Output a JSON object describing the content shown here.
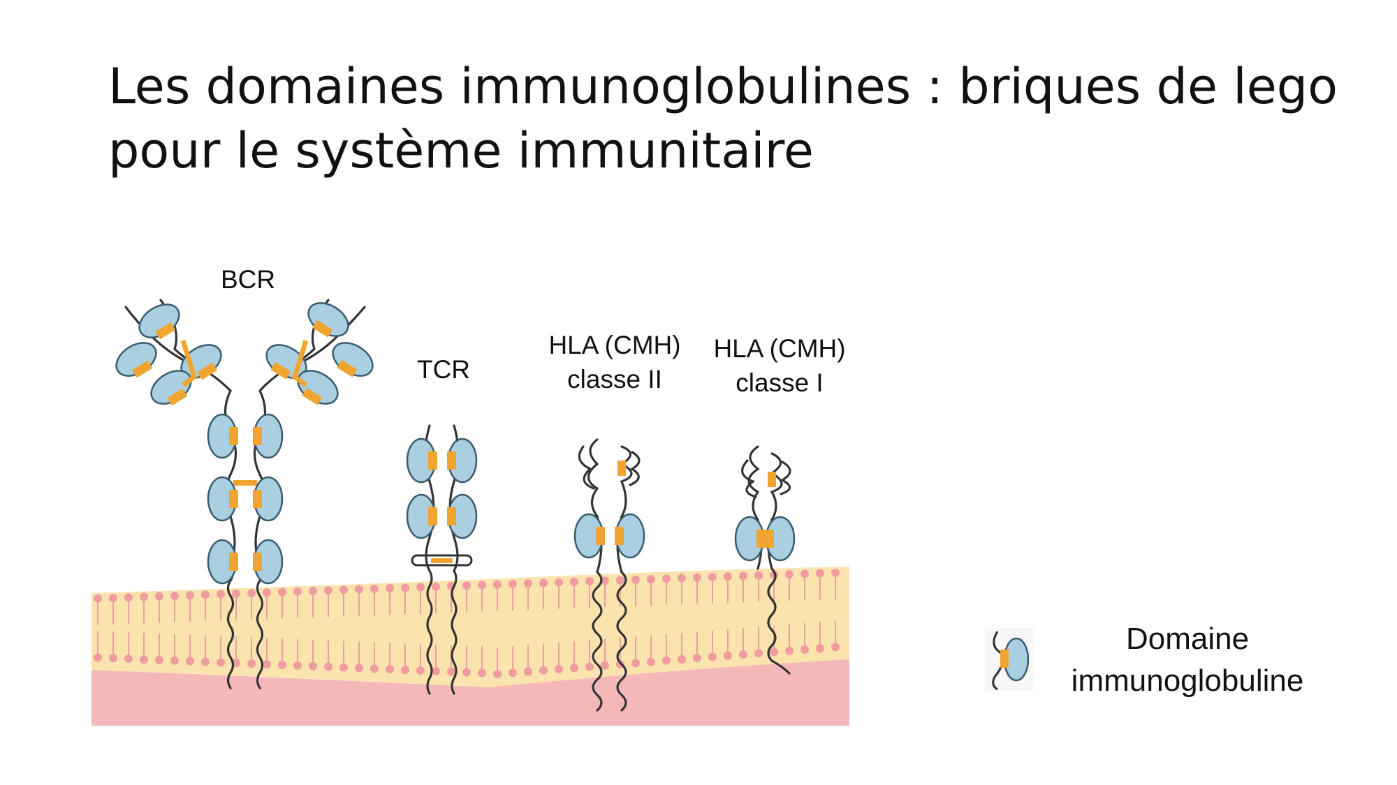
{
  "title": {
    "line1": "Les domaines immunoglobulines : briques de lego",
    "line2": "pour le système immunitaire"
  },
  "receptors": {
    "bcr": {
      "label": "BCR"
    },
    "tcr": {
      "label": "TCR"
    },
    "hla2": {
      "line1": "HLA (CMH)",
      "line2": "classe II"
    },
    "hla1": {
      "line1": "HLA (CMH)",
      "line2": "classe I"
    }
  },
  "legend": {
    "line1": "Domaine",
    "line2": "immunoglobuline"
  },
  "colors": {
    "domain_fill": "#a9cfe0",
    "domain_stroke": "#3a5d6e",
    "linker": "#f0a530",
    "membrane": "#fbe3ae",
    "lipid_head": "#ef9ca0",
    "cytoplasm": "#f4b8b8"
  }
}
